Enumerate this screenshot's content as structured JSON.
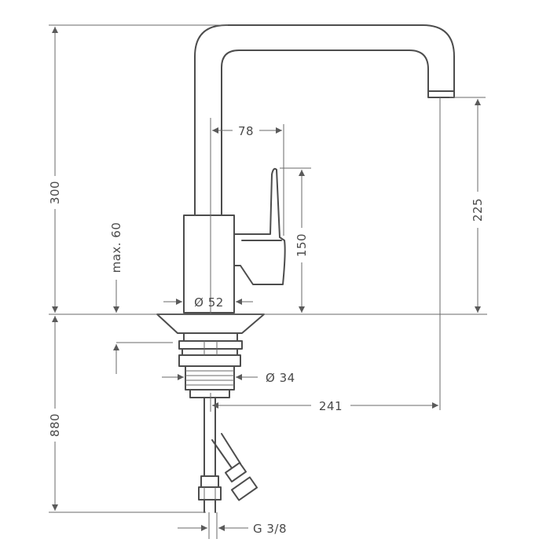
{
  "dimensions": {
    "total_height": "300",
    "spout_height": "225",
    "handle_height": "150",
    "lever_offset": "78",
    "max_deck": "max. 60",
    "base_diameter": "Ø 52",
    "shank_diameter": "Ø 34",
    "spout_reach": "241",
    "hose_length": "880",
    "connection_thread": "G 3/8"
  },
  "colors": {
    "line": "#4d4d4d",
    "dimension": "#6a6a6a"
  }
}
